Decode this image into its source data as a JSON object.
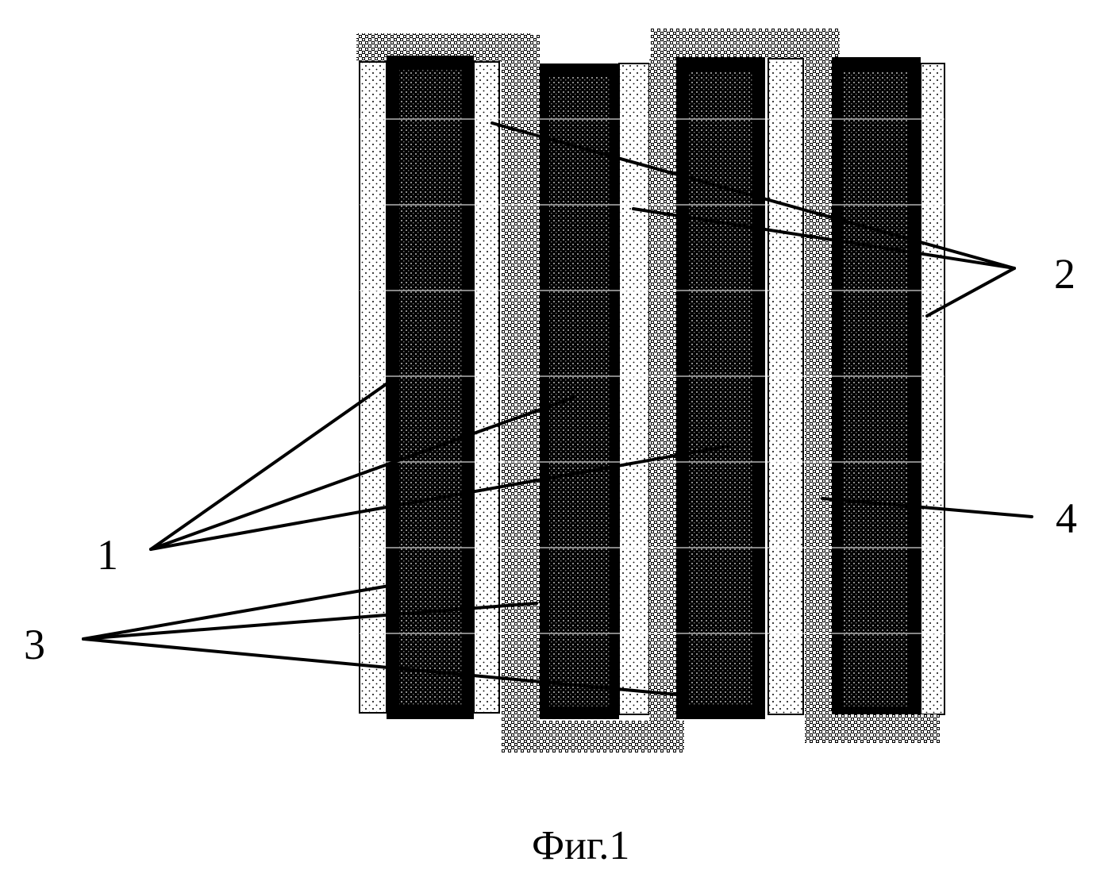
{
  "labels": {
    "one": "1",
    "two": "2",
    "three": "3",
    "four": "4"
  },
  "caption": "Фиг.1",
  "colors": {
    "ink": "#000000",
    "paper": "#ffffff",
    "dark_core": "#1a1a1a",
    "cross_hatch": "#6e6e6e",
    "stipple": "#cfcfcf"
  }
}
